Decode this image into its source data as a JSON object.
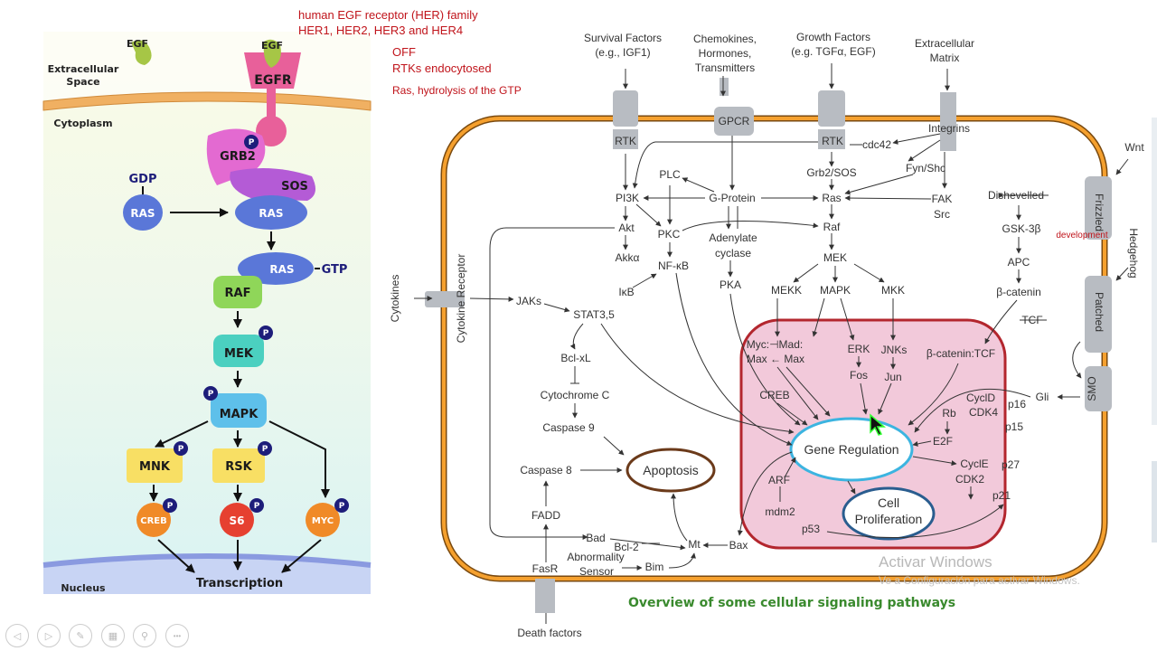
{
  "notes": {
    "line1": "human EGF receptor (HER) family",
    "line2": "HER1, HER2, HER3 and HER4",
    "line3": "OFF",
    "line4": "RTKs endocytosed",
    "line5": "Ras, hydrolysis of the GTP",
    "development": "development",
    "color": "#c0141b"
  },
  "left_diagram": {
    "egf_free": "EGF",
    "egf_bound": "EGF",
    "extracellular1": "Extracellular",
    "extracellular2": "Space",
    "egfr": "EGFR",
    "cytoplasm": "Cytoplasm",
    "grb2": "GRB2",
    "sos": "SOS",
    "gdp": "GDP",
    "ras1": "RAS",
    "ras2": "RAS",
    "ras3": "RAS",
    "gtp": "GTP",
    "raf": "RAF",
    "mek": "MEK",
    "mapk": "MAPK",
    "mnk": "MNK",
    "rsk": "RSK",
    "creb": "CREB",
    "s6": "S6",
    "myc": "MYC",
    "transcription": "Transcription",
    "nucleus": "Nucleus",
    "phospho": "P"
  },
  "right_diagram": {
    "title": "Overview of some cellular signaling pathways",
    "title_color": "#3a8a2e",
    "inputs": {
      "survival1": "Survival Factors",
      "survival2": "(e.g., IGF1)",
      "chemo1": "Chemokines,",
      "chemo2": "Hormones,",
      "chemo3": "Transmitters",
      "growth1": "Growth Factors",
      "growth2": "(e.g. TGFα, EGF)",
      "ecm1": "Extracellular",
      "ecm2": "Matrix",
      "wnt": "Wnt",
      "hedgehog": "Hedgehog",
      "cytokines": "Cytokines",
      "death": "Death factors"
    },
    "receptors": {
      "rtk1": "RTK",
      "gpcr": "GPCR",
      "rtk2": "RTK",
      "integrins": "Integrins",
      "frizzled": "Frizzled",
      "patched": "Patched",
      "smo": "SMO",
      "cytokine_receptor": "Cytokine Receptor",
      "fasr": "FasR"
    },
    "cytoplasm": {
      "cdc42": "cdc42",
      "plc": "PLC",
      "pi3k": "PI3K",
      "gprotein": "G-Protein",
      "ras": "Ras",
      "grb2sos": "Grb2/SOS",
      "fynshc": "Fyn/Shc",
      "fak": "FAK",
      "src": "Src",
      "dishevelled": "Dishevelled",
      "gsk": "GSK-3β",
      "apc": "APC",
      "bcatenin": "β-catenin",
      "tcf": "TCF",
      "akt": "Akt",
      "pkc": "PKC",
      "adenylate1": "Adenylate",
      "adenylate2": "cyclase",
      "raf": "Raf",
      "mek": "MEK",
      "akka": "Akkα",
      "nfkb": "NF-κB",
      "mekk": "MEKK",
      "mapk": "MAPK",
      "mkk": "MKK",
      "ikb": "IκB",
      "pka": "PKA",
      "jaks": "JAKs",
      "stat": "STAT3,5",
      "bclxl": "Bcl-xL",
      "cytc": "Cytochrome C",
      "casp9": "Caspase 9",
      "casp8": "Caspase 8",
      "apoptosis": "Apoptosis",
      "fadd": "FADD",
      "bcl2": "Bcl-2",
      "bad": "Bad",
      "mt": "Mt",
      "bax": "Bax",
      "abn1": "Abnormality",
      "abn2": "Sensor",
      "bim": "Bim",
      "gli": "Gli"
    },
    "nucleus": {
      "myc": "Myc:⊣Mad:",
      "max": "Max ← Max",
      "erk": "ERK",
      "fos": "Fos",
      "jnks": "JNKs",
      "jun": "Jun",
      "bcattcf": "β-catenin:TCF",
      "creb": "CREB",
      "cycld": "CyclD",
      "cdk4": "CDK4",
      "p16": "p16",
      "rb": "Rb",
      "p15": "p15",
      "e2f": "E2F",
      "gene": "Gene Regulation",
      "arf": "ARF",
      "cycle": "CyclE",
      "p27": "p27",
      "cdk2": "CDK2",
      "p21": "p21",
      "mdm2": "mdm2",
      "p53": "p53",
      "cell1": "Cell",
      "cell2": "Proliferation"
    }
  },
  "watermark": {
    "line1": "Activar Windows",
    "line2": "Ve a Configuración para activar Windows."
  },
  "toolbar": {
    "icons": [
      "previous-slide-icon",
      "next-slide-icon",
      "pen-icon",
      "slides-grid-icon",
      "zoom-icon",
      "more-options-icon"
    ],
    "glyphs": [
      "◁",
      "▷",
      "✎",
      "▦",
      "⚲",
      "•••"
    ]
  }
}
